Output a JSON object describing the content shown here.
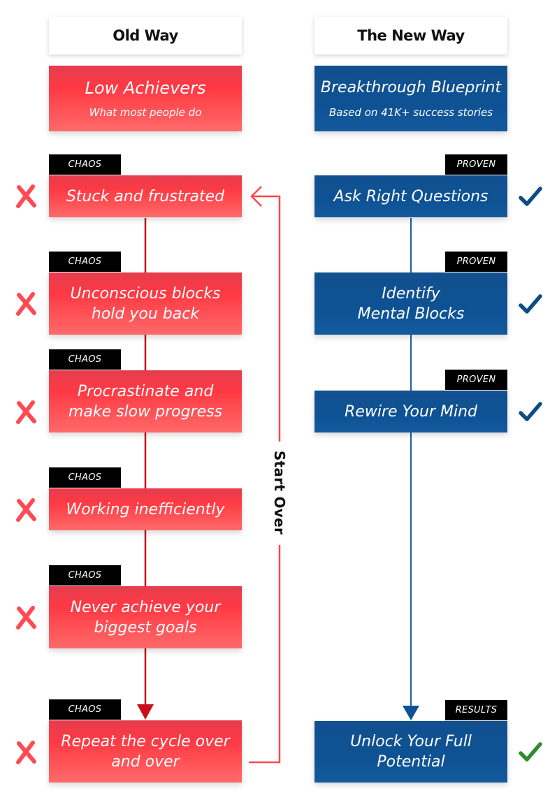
{
  "old_way": {
    "header": "Old Way",
    "title": "Low Achievers",
    "subtitle": "What most people do",
    "steps": [
      {
        "tag": "CHAOS",
        "line1": "Stuck and frustrated",
        "line2": ""
      },
      {
        "tag": "CHAOS",
        "line1": "Unconscious blocks",
        "line2": "hold you back"
      },
      {
        "tag": "CHAOS",
        "line1": "Procrastinate and",
        "line2": "make slow progress"
      },
      {
        "tag": "CHAOS",
        "line1": "Working inefficiently",
        "line2": ""
      },
      {
        "tag": "CHAOS",
        "line1": "Never achieve your",
        "line2": "biggest goals"
      },
      {
        "tag": "CHAOS",
        "line1": "Repeat the cycle over",
        "line2": "and over"
      }
    ],
    "mark_icon": "x-mark-icon",
    "color": "#ff4646"
  },
  "new_way": {
    "header": "The New Way",
    "title": "Breakthrough Blueprint",
    "subtitle": "Based on 41K+ success stories",
    "steps": [
      {
        "tag": "PROVEN",
        "line1": "Ask Right Questions",
        "line2": ""
      },
      {
        "tag": "PROVEN",
        "line1": "Identify",
        "line2": "Mental Blocks"
      },
      {
        "tag": "PROVEN",
        "line1": "Rewire Your Mind",
        "line2": ""
      },
      {
        "tag": "RESULTS",
        "line1": "Unlock Your Full",
        "line2": "Potential"
      }
    ],
    "mark_icon": "check-mark-icon",
    "color": "#0e5294",
    "final_check_color": "#2e8b2e"
  },
  "loop_label": "Start Over"
}
